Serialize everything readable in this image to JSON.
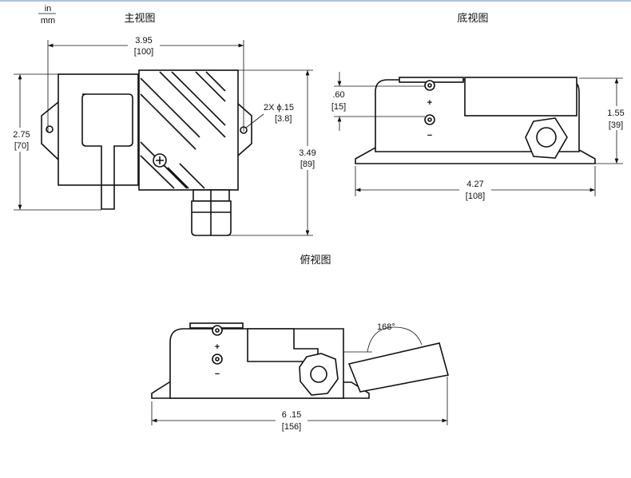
{
  "units": {
    "top": "in",
    "bottom": "mm"
  },
  "views": {
    "front": {
      "title": "主视图",
      "width_in": "3.95",
      "width_mm": "[100]",
      "height_in": "2.75",
      "height_mm": "[70]",
      "total_height_in": "3.49",
      "total_height_mm": "[89]",
      "hole_label": "2X ϕ.15",
      "hole_mm": "[3.8]"
    },
    "bottom": {
      "title": "底视图",
      "offset_in": ".60",
      "offset_mm": "[15]",
      "height_in": "1.55",
      "height_mm": "[39]",
      "width_in": "4.27",
      "width_mm": "[108]",
      "plus": "+",
      "minus": "−"
    },
    "top": {
      "title": "俯视图",
      "angle": "168°",
      "width_in": "6 .15",
      "width_mm": "[156]",
      "plus": "+",
      "minus": "−"
    }
  }
}
